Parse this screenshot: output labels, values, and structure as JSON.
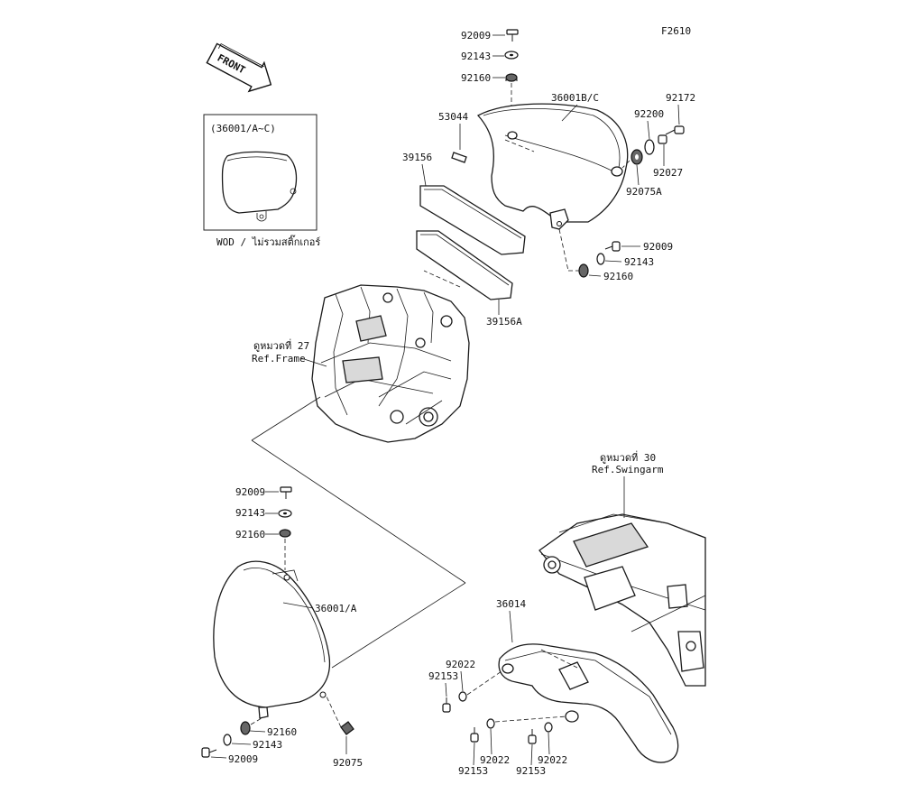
{
  "figure_id": "F2610",
  "front_badge": "FRONT",
  "inset": {
    "title": "(36001/A~C)",
    "caption": "WOD / ไม่รวมสติ๊กเกอร์"
  },
  "references": {
    "frame_th": "ดูหมวดที่ 27",
    "frame_en": "Ref.Frame",
    "swingarm_th": "ดูหมวดที่ 30",
    "swingarm_en": "Ref.Swingarm"
  },
  "parts": {
    "top_bolt": "92009",
    "top_washer": "92143",
    "top_grommet": "92160",
    "cover_right": "36001B/C",
    "clip": "53044",
    "pad": "39156",
    "pad_a": "39156A",
    "bolt_92172": "92172",
    "washer_92200": "92200",
    "collar_92027": "92027",
    "grommet_92075a": "92075A",
    "right_bolt": "92009",
    "right_washer": "92143",
    "right_grommet": "92160",
    "left_bolt": "92009",
    "left_washer": "92143",
    "left_grommet": "92160",
    "cover_left": "36001/A",
    "left_bottom_grommet": "92160",
    "left_bottom_washer": "92143",
    "left_bottom_bolt": "92009",
    "grommet_92075": "92075",
    "chain_cover": "36014",
    "cc_washer_1": "92022",
    "cc_bolt_1": "92153",
    "cc_washer_2": "92022",
    "cc_bolt_2": "92153",
    "cc_washer_3": "92022",
    "cc_bolt_3": "92153"
  }
}
